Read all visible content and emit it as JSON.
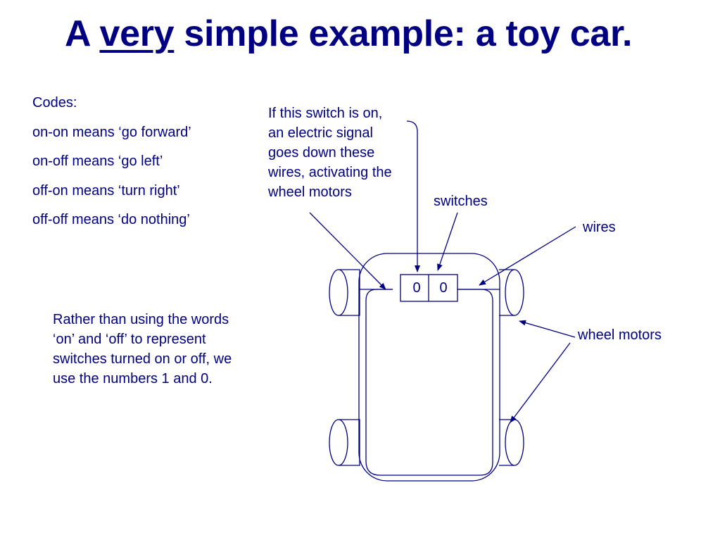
{
  "title": {
    "prefix": "A ",
    "emphasis": "very",
    "suffix": " simple example: a toy car."
  },
  "codes": [
    "Codes:",
    "on-on means ‘go forward’",
    "on-off means ‘go left’",
    "off-on means ‘turn right’",
    "off-off means ‘do nothing’"
  ],
  "signal_note": [
    "If this switch is on,",
    "an electric signal",
    "goes down these",
    "wires, activating the",
    "wheel motors"
  ],
  "numbers_note": [
    "Rather than using the words",
    "‘on’ and ‘off’ to represent",
    "switches turned on or off, we",
    "use the numbers 1 and 0."
  ],
  "labels": {
    "switches": "switches",
    "wires": "wires",
    "wheel_motors": "wheel motors"
  },
  "switch_values": [
    "0",
    "0"
  ],
  "colors": {
    "text": "#000080",
    "lines": "#000080",
    "background": "#ffffff"
  }
}
